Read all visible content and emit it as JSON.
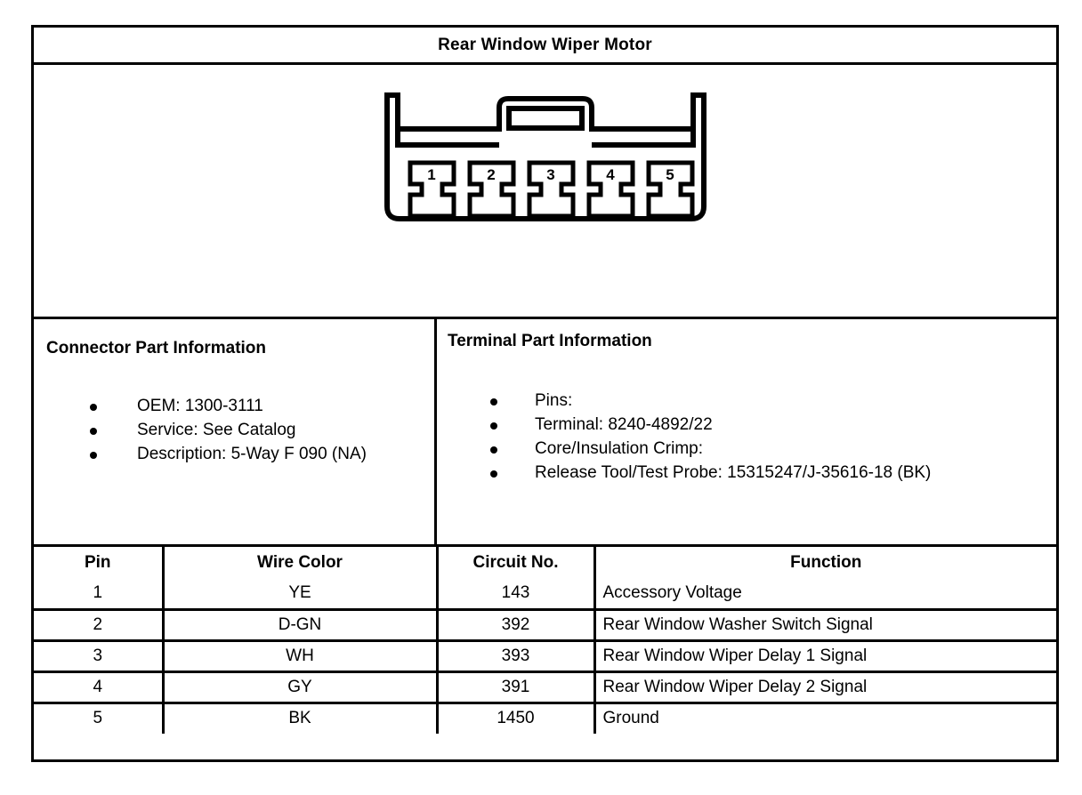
{
  "title": "Rear Window Wiper Motor",
  "connector_figure": {
    "pin_labels": [
      "1",
      "2",
      "3",
      "4",
      "5"
    ],
    "cavity_count": 5,
    "outline_color": "#000000",
    "description": "5-way female connector face view with center latch"
  },
  "connector_info": {
    "heading": "Connector Part Information",
    "items": [
      "OEM: 1300-3111",
      "Service: See Catalog",
      "Description: 5-Way F 090 (NA)"
    ]
  },
  "terminal_info": {
    "heading": "Terminal Part Information",
    "items": [
      "Pins:",
      "Terminal: 8240-4892/22",
      "Core/Insulation Crimp:",
      "Release Tool/Test Probe: 15315247/J-35616-18 (BK)"
    ]
  },
  "pin_table": {
    "headers": [
      "Pin",
      "Wire Color",
      "Circuit No.",
      "Function"
    ],
    "rows": [
      {
        "pin": "1",
        "wire_color": "YE",
        "circuit_no": "143",
        "function": "Accessory Voltage"
      },
      {
        "pin": "2",
        "wire_color": "D-GN",
        "circuit_no": "392",
        "function": "Rear Window Washer Switch Signal"
      },
      {
        "pin": "3",
        "wire_color": "WH",
        "circuit_no": "393",
        "function": "Rear Window Wiper Delay 1 Signal"
      },
      {
        "pin": "4",
        "wire_color": "GY",
        "circuit_no": "391",
        "function": "Rear Window Wiper Delay 2 Signal"
      },
      {
        "pin": "5",
        "wire_color": "BK",
        "circuit_no": "1450",
        "function": "Ground"
      }
    ]
  }
}
